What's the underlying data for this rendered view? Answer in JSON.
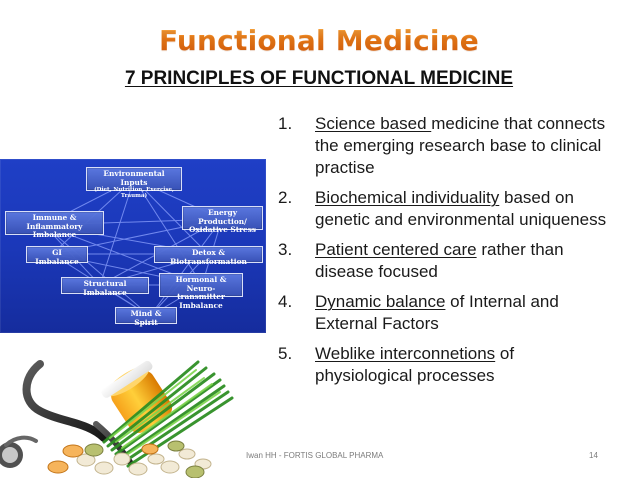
{
  "slide": {
    "title": "Functional Medicine",
    "subtitle": "7 PRINCIPLES OF FUNCTIONAL MEDICINE",
    "items": [
      {
        "number": "1.",
        "emphasis": "Science based ",
        "text": "medicine that connects the emerging research base to clinical practise"
      },
      {
        "number": "2.",
        "emphasis": "Biochemical individuality",
        "text": " based on genetic and environmental uniqueness"
      },
      {
        "number": "3.",
        "emphasis": "Patient centered care",
        "text": " rather than disease focused"
      },
      {
        "number": "4.",
        "emphasis": "Dynamic balance",
        "text": " of Internal and External Factors"
      },
      {
        "number": "5.",
        "emphasis": "Weblike interconnetions",
        "text": " of physiological processes"
      }
    ],
    "footer": {
      "text": "Iwan HH - FORTIS GLOBAL PHARMA",
      "page_number": "14"
    }
  },
  "diagram": {
    "environmental_inputs": {
      "title": "Environmental Inputs",
      "subtitle": "(Diet, Nutrition, Exercise, Trauma)"
    },
    "immune": {
      "line1": "Immune & Inflammatory",
      "line2": "Imbalance"
    },
    "energy": {
      "line1": "Energy Production/",
      "line2": "Oxidative Stress"
    },
    "gi": "GI Imbalance",
    "detox": "Detox & Biotransformation",
    "structural": "Structural Imbalance",
    "hormonal": {
      "line1": "Hormonal & Neuro-",
      "line2": "transmitter Imbalance"
    },
    "mind": "Mind & Spirit"
  },
  "colors": {
    "title_orange": "#eb7b18",
    "diagram_blue": "#1d3bbd"
  },
  "photo": {
    "name": "stethoscope-and-supplements-photo"
  }
}
